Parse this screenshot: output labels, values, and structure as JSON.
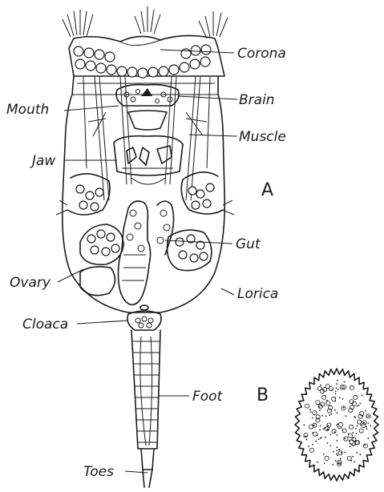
{
  "figure": {
    "panel_a": "A",
    "panel_b": "B",
    "labels": {
      "corona": "Corona",
      "brain": "Brain",
      "mouth": "Mouth",
      "muscle": "Muscle",
      "jaw": "Jaw",
      "gut": "Gut",
      "ovary": "Ovary",
      "lorica": "Lorica",
      "cloaca": "Cloaca",
      "foot": "Foot",
      "toes": "Toes"
    }
  }
}
